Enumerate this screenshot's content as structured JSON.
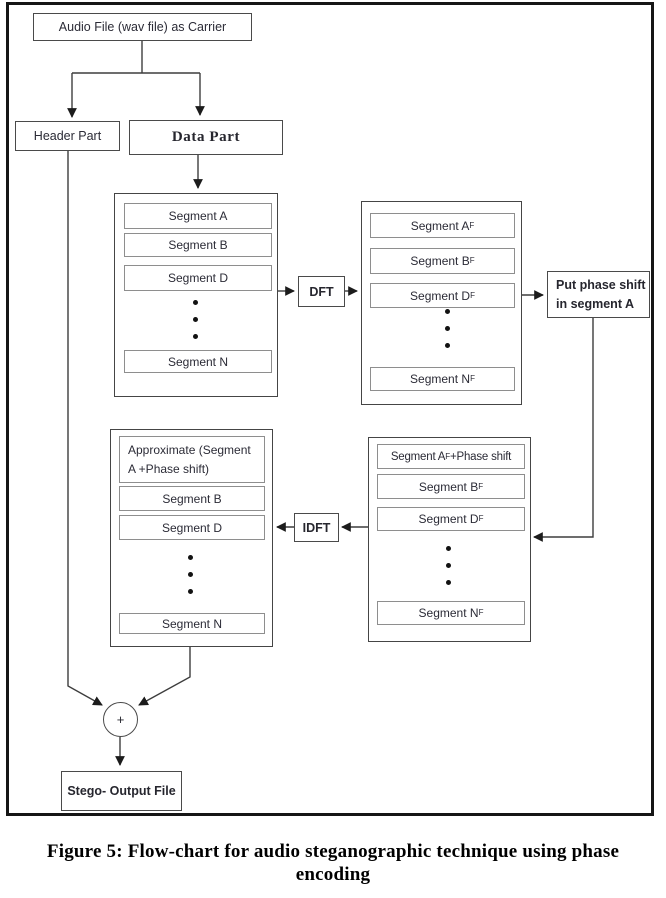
{
  "diagram": {
    "nodes": {
      "audio_carrier": "Audio File (wav file) as Carrier",
      "header_part": "Header Part",
      "data_part": "Data Part",
      "dft": "DFT",
      "put_phase_shift": "Put phase shift in segment A",
      "idft": "IDFT",
      "adder": "+",
      "stego_output": "Stego- Output File"
    },
    "containers": {
      "dft_input": {
        "rows": [
          {
            "pre": "Segment A",
            "sup": "",
            "post": ""
          },
          {
            "pre": "Segment B",
            "sup": "",
            "post": ""
          },
          {
            "pre": "Segment D",
            "sup": "",
            "post": ""
          },
          {
            "pre": "Segment N",
            "sup": "",
            "post": ""
          }
        ]
      },
      "dft_output": {
        "rows": [
          {
            "pre": "Segment A",
            "sup": "F",
            "post": ""
          },
          {
            "pre": "Segment B",
            "sup": "F",
            "post": ""
          },
          {
            "pre": "Segment D",
            "sup": "F",
            "post": ""
          },
          {
            "pre": "Segment N",
            "sup": "F",
            "post": ""
          }
        ]
      },
      "phase_shifted": {
        "rows": [
          {
            "pre": "Segment A",
            "sup": "F",
            "post": " +Phase shift"
          },
          {
            "pre": "Segment B",
            "sup": "F",
            "post": ""
          },
          {
            "pre": "Segment D",
            "sup": "F",
            "post": ""
          },
          {
            "pre": "Segment N",
            "sup": "F",
            "post": ""
          }
        ]
      },
      "idft_output": {
        "rows": [
          {
            "pre": "Approximate (Segment A +Phase shift)",
            "sup": "",
            "post": ""
          },
          {
            "pre": "Segment B",
            "sup": "",
            "post": ""
          },
          {
            "pre": "Segment D",
            "sup": "",
            "post": ""
          },
          {
            "pre": "Segment N",
            "sup": "",
            "post": ""
          }
        ]
      }
    },
    "caption": {
      "line1": "Figure 5: Flow-chart for audio steganographic technique using phase",
      "line2": "encoding"
    },
    "colors": {
      "background": "#ffffff",
      "line": "#3d3d3d",
      "text": "#2b2b36",
      "frame": "#161616"
    }
  }
}
